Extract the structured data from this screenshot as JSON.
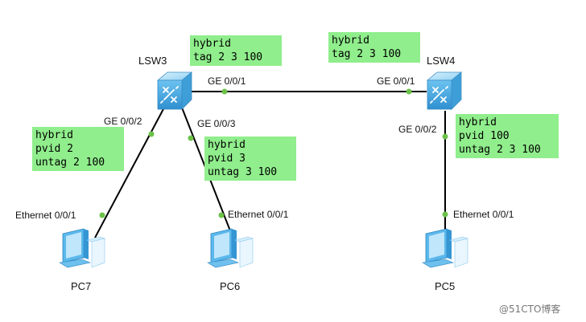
{
  "devices": {
    "lsw3": {
      "name": "LSW3"
    },
    "lsw4": {
      "name": "LSW4"
    },
    "pc7": {
      "name": "PC7"
    },
    "pc6": {
      "name": "PC6"
    },
    "pc5": {
      "name": "PC5"
    }
  },
  "ports": {
    "lsw3_ge001": "GE 0/0/1",
    "lsw4_ge001": "GE 0/0/1",
    "lsw3_ge002": "GE 0/0/2",
    "lsw3_ge003": "GE 0/0/3",
    "lsw4_ge002": "GE 0/0/2",
    "pc7_eth": "Ethernet 0/0/1",
    "pc6_eth": "Ethernet 0/0/1",
    "pc5_eth": "Ethernet 0/0/1"
  },
  "notes": {
    "lsw3_uplink": [
      "hybrid",
      "tag 2 3 100"
    ],
    "lsw4_uplink": [
      "hybrid",
      "tag 2 3 100"
    ],
    "lsw3_g2": [
      "hybrid",
      "pvid 2",
      "untag 2 100"
    ],
    "lsw3_g3": [
      "hybrid",
      "pvid 3",
      "untag 3 100"
    ],
    "lsw4_g2": [
      "hybrid",
      "pvid 100",
      "untag 2 3 100"
    ]
  },
  "watermark": "@51CTO博客",
  "colors": {
    "link": "#000000",
    "port_dot": "#6cc24a",
    "note_bg": "#90ee8c",
    "device_blue": "#4ab0e8"
  },
  "icons": {
    "switch": "switch-icon",
    "pc": "pc-icon"
  }
}
